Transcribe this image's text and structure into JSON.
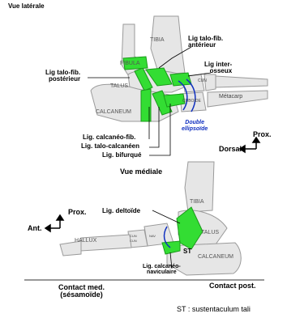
{
  "top_view": {
    "title": "Vue latérale",
    "bones": {
      "tibia": "TIBIA",
      "fibula": "FIBULA",
      "talus": "TALUS",
      "calcaneum": "CALCANEUM",
      "cun": "CUN",
      "cuboide": "CUBOIDE",
      "metacarp": "Métacarp"
    },
    "labels": {
      "ant_lig": "Lig talo-fib.\nantérieur",
      "inter_lig": "Lig inter-\nosseux",
      "post_lig": "Lig talo-fib.\npostérieur",
      "double": "Double\nellipsoïde",
      "calc_fib": "Lig. calcanéo-fib.",
      "talo_calc": "Lig. talo-calcanéen",
      "bifurque": "Lig. bifurqué"
    },
    "orientation": {
      "prox": "Prox.",
      "dorsal": "Dorsal"
    }
  },
  "bottom_view": {
    "title": "Vue médiale",
    "bones": {
      "tibia": "TIBIA",
      "talus": "TALUS",
      "calcaneum": "CALCANEUM",
      "hallux": "HALLUX",
      "cun": "CUN",
      "cun2": "CUN",
      "nav": "NAV",
      "st": "ST"
    },
    "labels": {
      "deltoide": "Lig. deltoïde",
      "calc_nav": "Lig. calcanéo-\nnaviculaire"
    },
    "orientation": {
      "prox": "Prox.",
      "ant": "Ant."
    },
    "contacts": {
      "med": "Contact med.\n(sésamoïde)",
      "post": "Contact post."
    }
  },
  "caption": "ST : sustentaculum tali",
  "colors": {
    "ligament": "#33dd33",
    "ligament_dark": "#1a9a1a",
    "bone_fill": "#e6e6e6",
    "bone_line": "#9a9a9a",
    "blue_line": "#1030c0"
  }
}
